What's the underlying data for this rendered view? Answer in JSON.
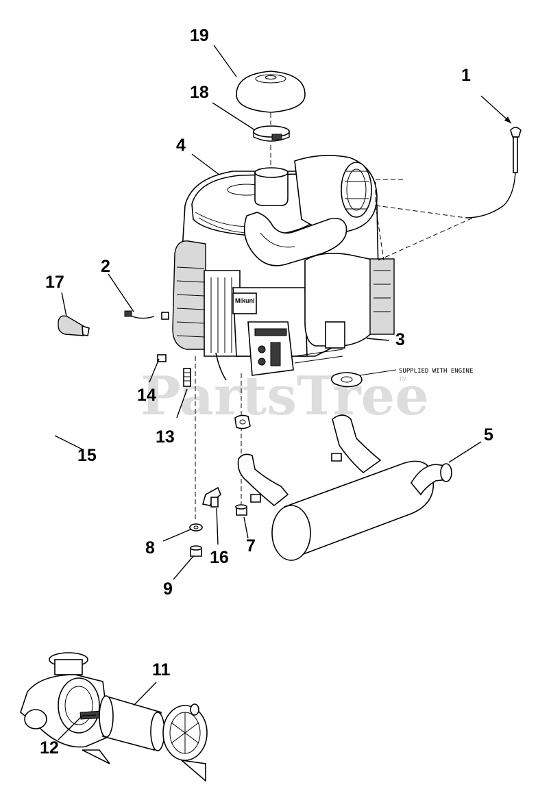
{
  "watermark": {
    "brand": "PartsTree",
    "trademark": "TM"
  },
  "note": {
    "supplied": "SUPPLIED WITH ENGINE"
  },
  "callouts": {
    "c1": "1",
    "c2": "2",
    "c3": "3",
    "c4": "4",
    "c5": "5",
    "c7": "7",
    "c8": "8",
    "c9": "9",
    "c11": "11",
    "c12": "12",
    "c13": "13",
    "c14": "14",
    "c15": "15",
    "c16": "16",
    "c17": "17",
    "c18": "18",
    "c19": "19"
  },
  "engine_label": {
    "brand": "Mikuni"
  }
}
